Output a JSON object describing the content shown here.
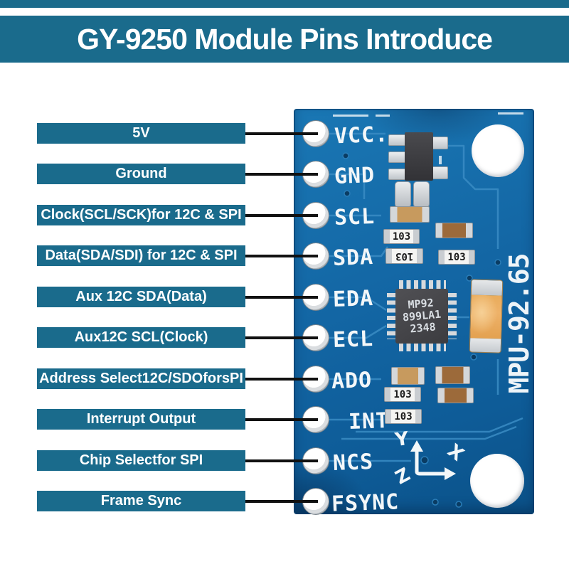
{
  "header": {
    "title": "GY-9250 Module Pins Introduce"
  },
  "colors": {
    "teal": "#1a6b8c",
    "board": "#1366a4",
    "trace": "#3a8cc4",
    "line": "#111111",
    "orange": "#eeb269",
    "silk": "#f3f7f9"
  },
  "pin_labels": [
    {
      "text": "5V"
    },
    {
      "text": "Ground"
    },
    {
      "text": "Clock(SCL/SCK)for 12C & SPI"
    },
    {
      "text": "Data(SDA/SDI) for 12C & SPI"
    },
    {
      "text": "Aux 12C SDA(Data)"
    },
    {
      "text": "Aux12C SCL(Clock)"
    },
    {
      "text": "Address Select12C/SDOforsPI"
    },
    {
      "text": "Interrupt Output"
    },
    {
      "text": "Chip Selectfor SPI"
    },
    {
      "text": "Frame Sync"
    }
  ],
  "pins": [
    {
      "silk": "VCC."
    },
    {
      "silk": "GND"
    },
    {
      "silk": "SCL"
    },
    {
      "silk": "SDA"
    },
    {
      "silk": "EDA"
    },
    {
      "silk": "ECL"
    },
    {
      "silk": "ADO"
    },
    {
      "silk": "INT"
    },
    {
      "silk": "NCS"
    },
    {
      "silk": "FSYNC"
    }
  ],
  "board": {
    "part_number": "MPU-92.65",
    "ic": {
      "line1": "MP92",
      "line2": "899LA1",
      "line3": "2348"
    },
    "resistor_code": "103",
    "axis": {
      "x": "X",
      "y": "Y",
      "z": "Z"
    }
  }
}
